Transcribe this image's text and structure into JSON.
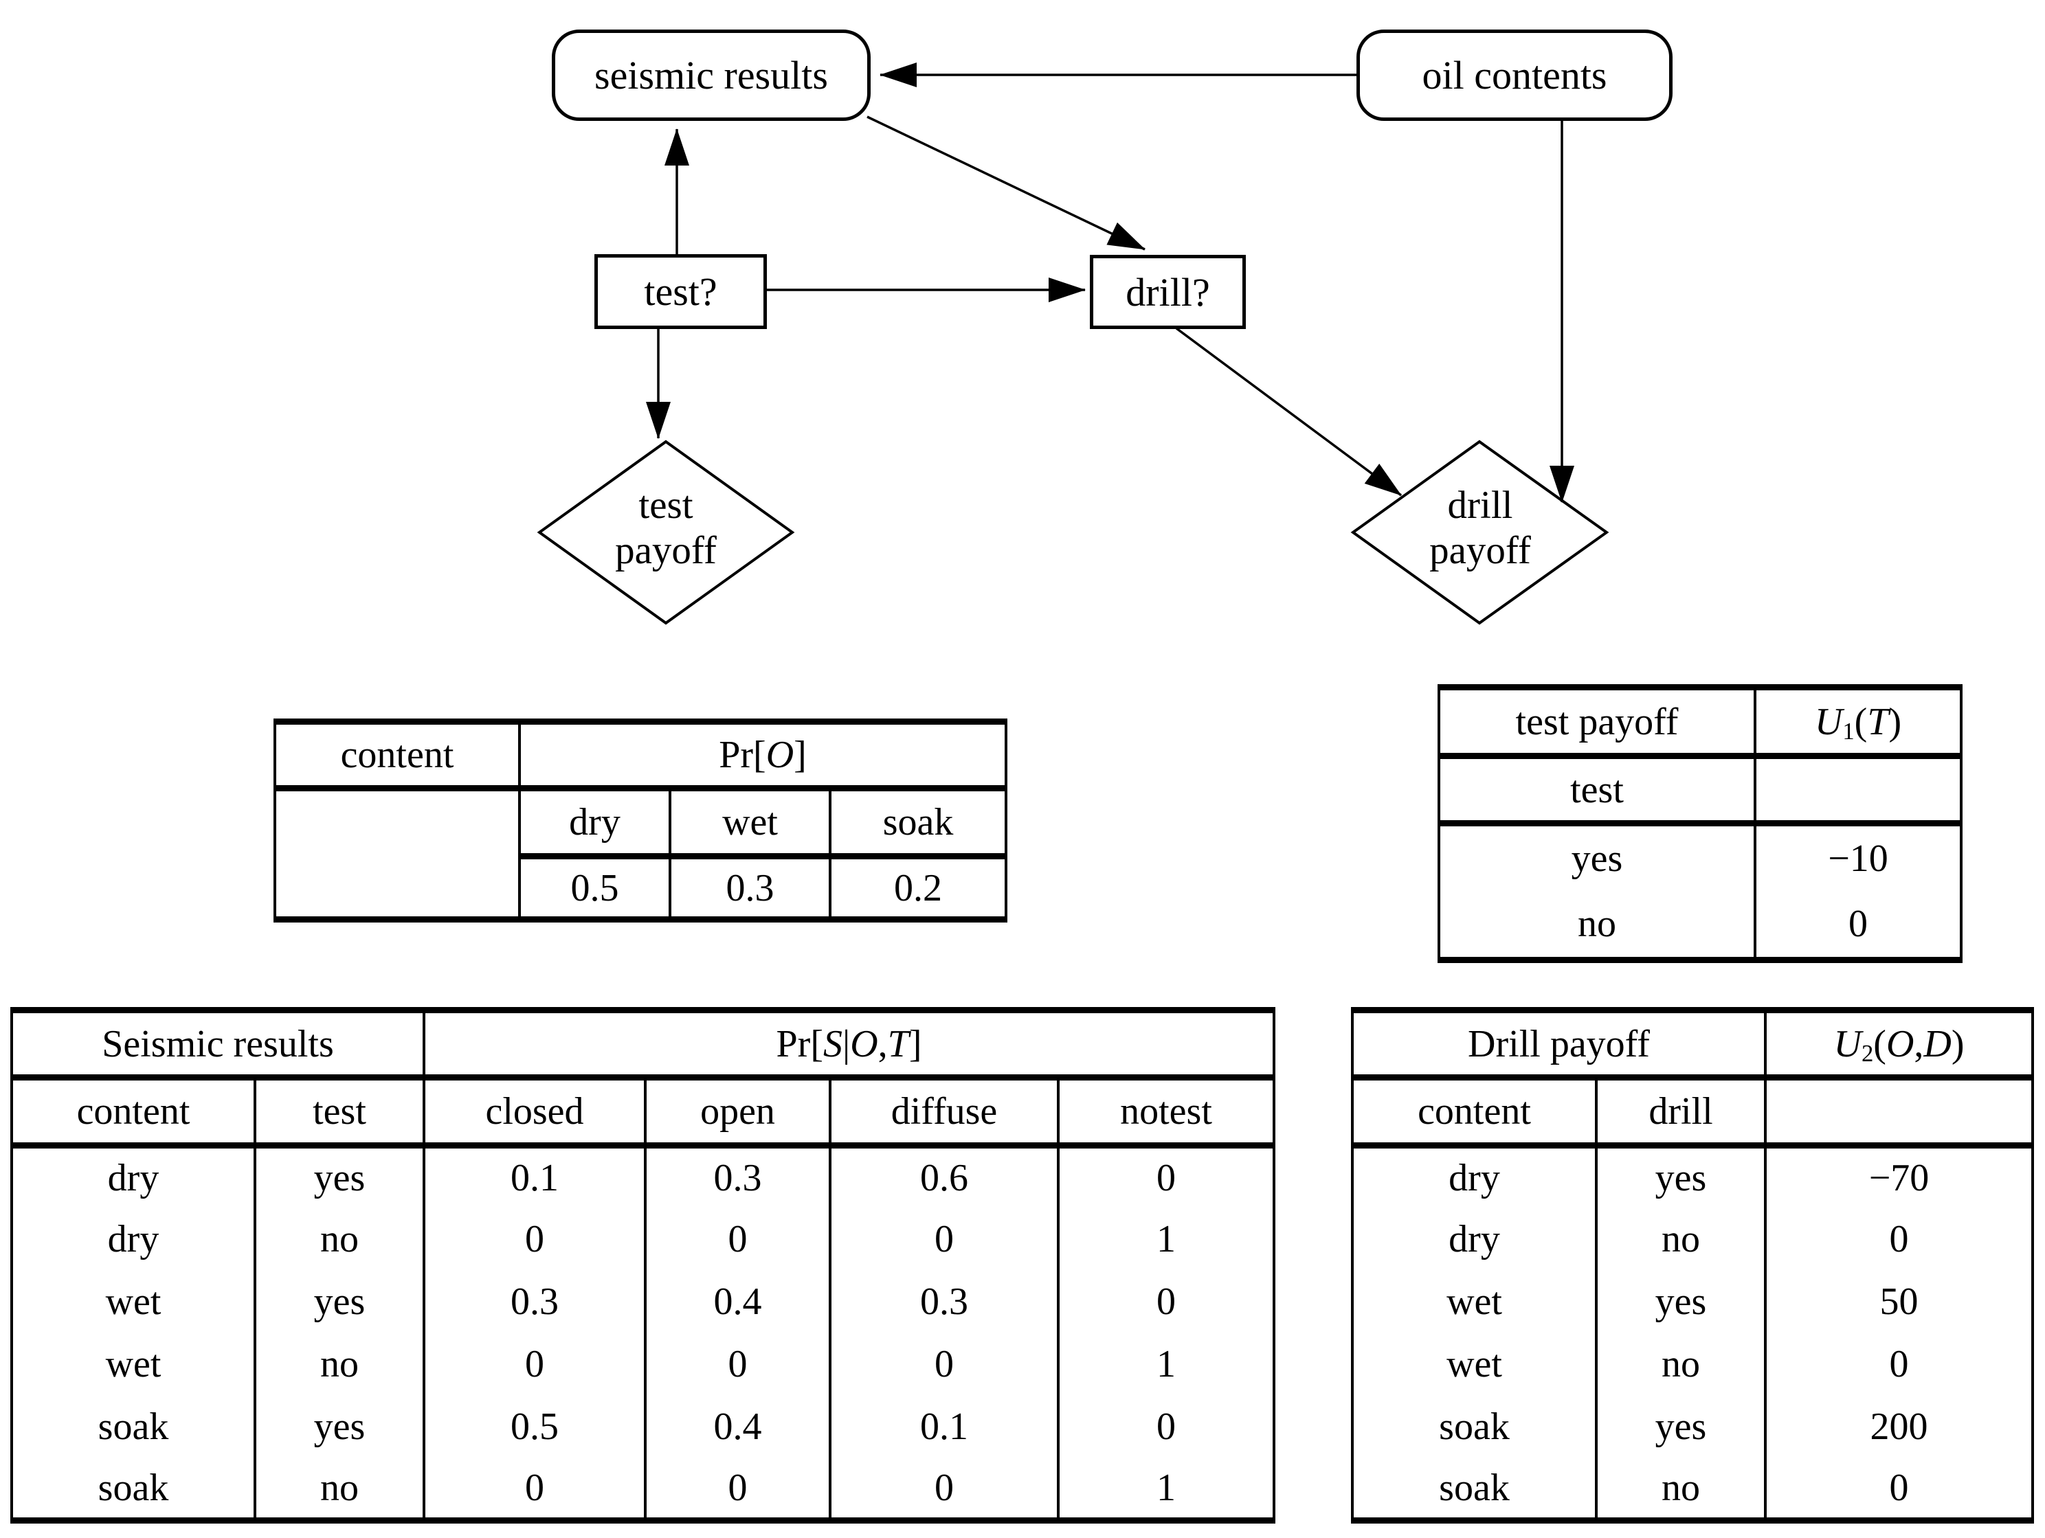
{
  "diagram": {
    "nodes": {
      "seismic_results": {
        "label": "seismic results",
        "shape": "rounded-rect"
      },
      "oil_contents": {
        "label": "oil contents",
        "shape": "rounded-rect"
      },
      "test_decision": {
        "label": "test?",
        "shape": "rect"
      },
      "drill_decision": {
        "label": "drill?",
        "shape": "rect"
      },
      "test_payoff": {
        "line1": "test",
        "line2": "payoff",
        "shape": "diamond"
      },
      "drill_payoff": {
        "line1": "drill",
        "line2": "payoff",
        "shape": "diamond"
      }
    },
    "edges": [
      "oil contents -> seismic results",
      "seismic results -> drill?",
      "test? -> seismic results",
      "test? -> drill?",
      "test? -> test payoff",
      "drill? -> drill payoff",
      "oil contents -> drill payoff"
    ],
    "ink": "#000000"
  },
  "tables": {
    "oil_prior": {
      "row_header": "content",
      "title": {
        "fn": "Pr",
        "lb": "[",
        "o": "O",
        "rb": "]"
      },
      "columns": [
        "dry",
        "wet",
        "soak"
      ],
      "values": [
        "0.5",
        "0.3",
        "0.2"
      ]
    },
    "test_payoff": {
      "header_left": "test payoff",
      "utility": {
        "u": "U",
        "sub": "1",
        "lp": "(",
        "t": "T",
        "rp": ")"
      },
      "row_label": "test",
      "rows": [
        {
          "label": "yes",
          "value": "−10"
        },
        {
          "label": "no",
          "value": "0"
        }
      ]
    },
    "seismic": {
      "title_left": "Seismic results",
      "title": {
        "fn": "Pr",
        "lb": "[",
        "s": "S",
        "bar": "|",
        "o": "O",
        "comma": ",",
        "t": "T",
        "rb": "]"
      },
      "columns": [
        "content",
        "test",
        "closed",
        "open",
        "diffuse",
        "notest"
      ],
      "rows": [
        [
          "dry",
          "yes",
          "0.1",
          "0.3",
          "0.6",
          "0"
        ],
        [
          "dry",
          "no",
          "0",
          "0",
          "0",
          "1"
        ],
        [
          "wet",
          "yes",
          "0.3",
          "0.4",
          "0.3",
          "0"
        ],
        [
          "wet",
          "no",
          "0",
          "0",
          "0",
          "1"
        ],
        [
          "soak",
          "yes",
          "0.5",
          "0.4",
          "0.1",
          "0"
        ],
        [
          "soak",
          "no",
          "0",
          "0",
          "0",
          "1"
        ]
      ]
    },
    "drill_payoff": {
      "title_left": "Drill payoff",
      "utility": {
        "u": "U",
        "sub": "2",
        "lp": "(",
        "o": "O",
        "comma": ",",
        "d": "D",
        "rp": ")"
      },
      "columns": [
        "content",
        "drill",
        ""
      ],
      "rows": [
        [
          "dry",
          "yes",
          "−70"
        ],
        [
          "dry",
          "no",
          "0"
        ],
        [
          "wet",
          "yes",
          "50"
        ],
        [
          "wet",
          "no",
          "0"
        ],
        [
          "soak",
          "yes",
          "200"
        ],
        [
          "soak",
          "no",
          "0"
        ]
      ]
    }
  }
}
